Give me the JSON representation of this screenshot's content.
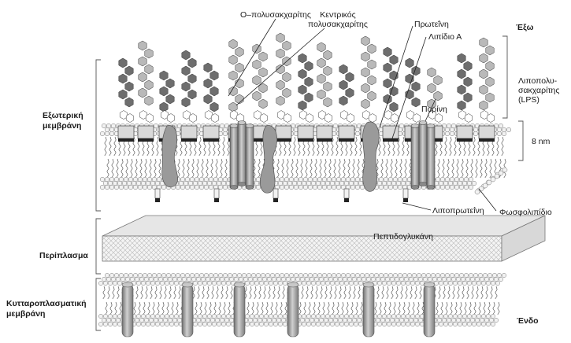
{
  "labels": {
    "o_polysaccharide": "O–πολυσακχαρίτης",
    "core_polysaccharide_1": "Κεντρικός",
    "core_polysaccharide_2": "πολυσακχαρίτης",
    "protein": "Πρωτεΐνη",
    "lipid_a": "Λιπίδιο Α",
    "outside": "Έξω",
    "lps_1": "Λιποπολυ-",
    "lps_2": "σακχαρίτης",
    "lps_3": "(LPS)",
    "porin": "Πορίνη",
    "thickness": "8 nm",
    "outer_membrane_1": "Εξωτερική",
    "outer_membrane_2": "μεμβράνη",
    "lipoprotein": "Λιποπρωτεΐνη",
    "phospholipid": "Φωσφολιπίδιο",
    "peptidoglycan": "Πεπτιδογλυκάνη",
    "periplasm": "Περίπλασμα",
    "cytoplasmic_membrane_1": "Κυτταροπλασματική",
    "cytoplasmic_membrane_2": "μεμβράνη",
    "inside": "Ένδο"
  },
  "colors": {
    "chain_dark": "#6e6e6e",
    "chain_light": "#b9b9b9",
    "protein": "#9a9a9a",
    "lipid_head": "#f2f2f2",
    "slab": "#eeeeee"
  }
}
